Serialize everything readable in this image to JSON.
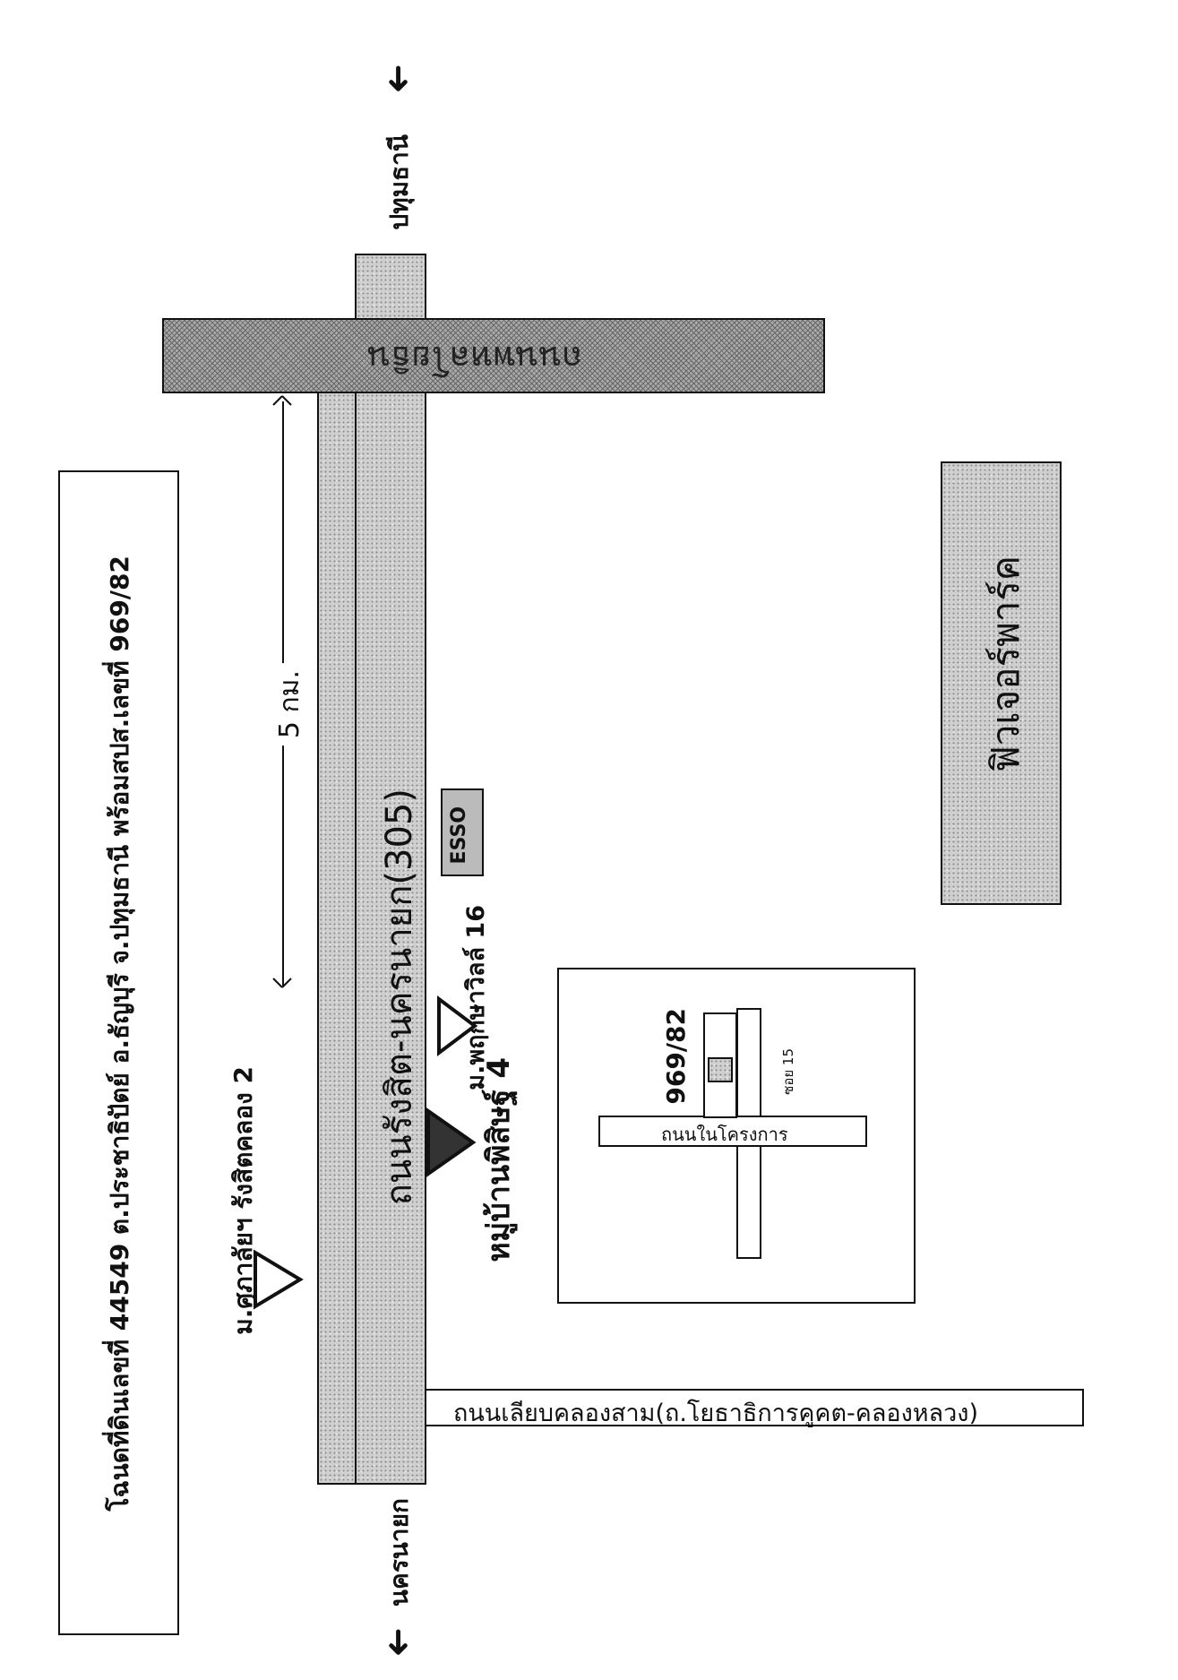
{
  "roads": {
    "phahonyothin": "ถนนพหลโยธิน",
    "rangsit_nakhon_nayok": "ถนนรังสิต-นครนายก(305)",
    "khlong_sam": "ถนนเลียบคลองสาม(ถ.โยธาธิการคูคต-คลองหลวง)",
    "project_road": "ถนนในโครงการ",
    "soi": "ซอย 15"
  },
  "directions": {
    "north": "ปทุมธานี",
    "south": "นครนายก"
  },
  "distance": "5 กม.",
  "landmarks": {
    "future_park": "ฟิวเจอร์พาร์ค",
    "pruksa": "ม.พฤกษาวิลล์ 16",
    "target": "หมู่บ้านพิสิษฐ์ 4",
    "suphalai": "ม.ศุภาลัยฯ รังสิตคลอง 2",
    "station_logo": "ESSO"
  },
  "plot_number": "969/82",
  "note": "โฉนดที่ดินเลขที่ 44549 ต.ประชาธิปัตย์ อ.ธัญบุรี จ.ปทุมธานี พร้อมสปส.เลขที่ 969/82",
  "colors": {
    "ink": "#111111",
    "road_fill": "#cfcfcf",
    "hatch": "#a9a9a9"
  }
}
